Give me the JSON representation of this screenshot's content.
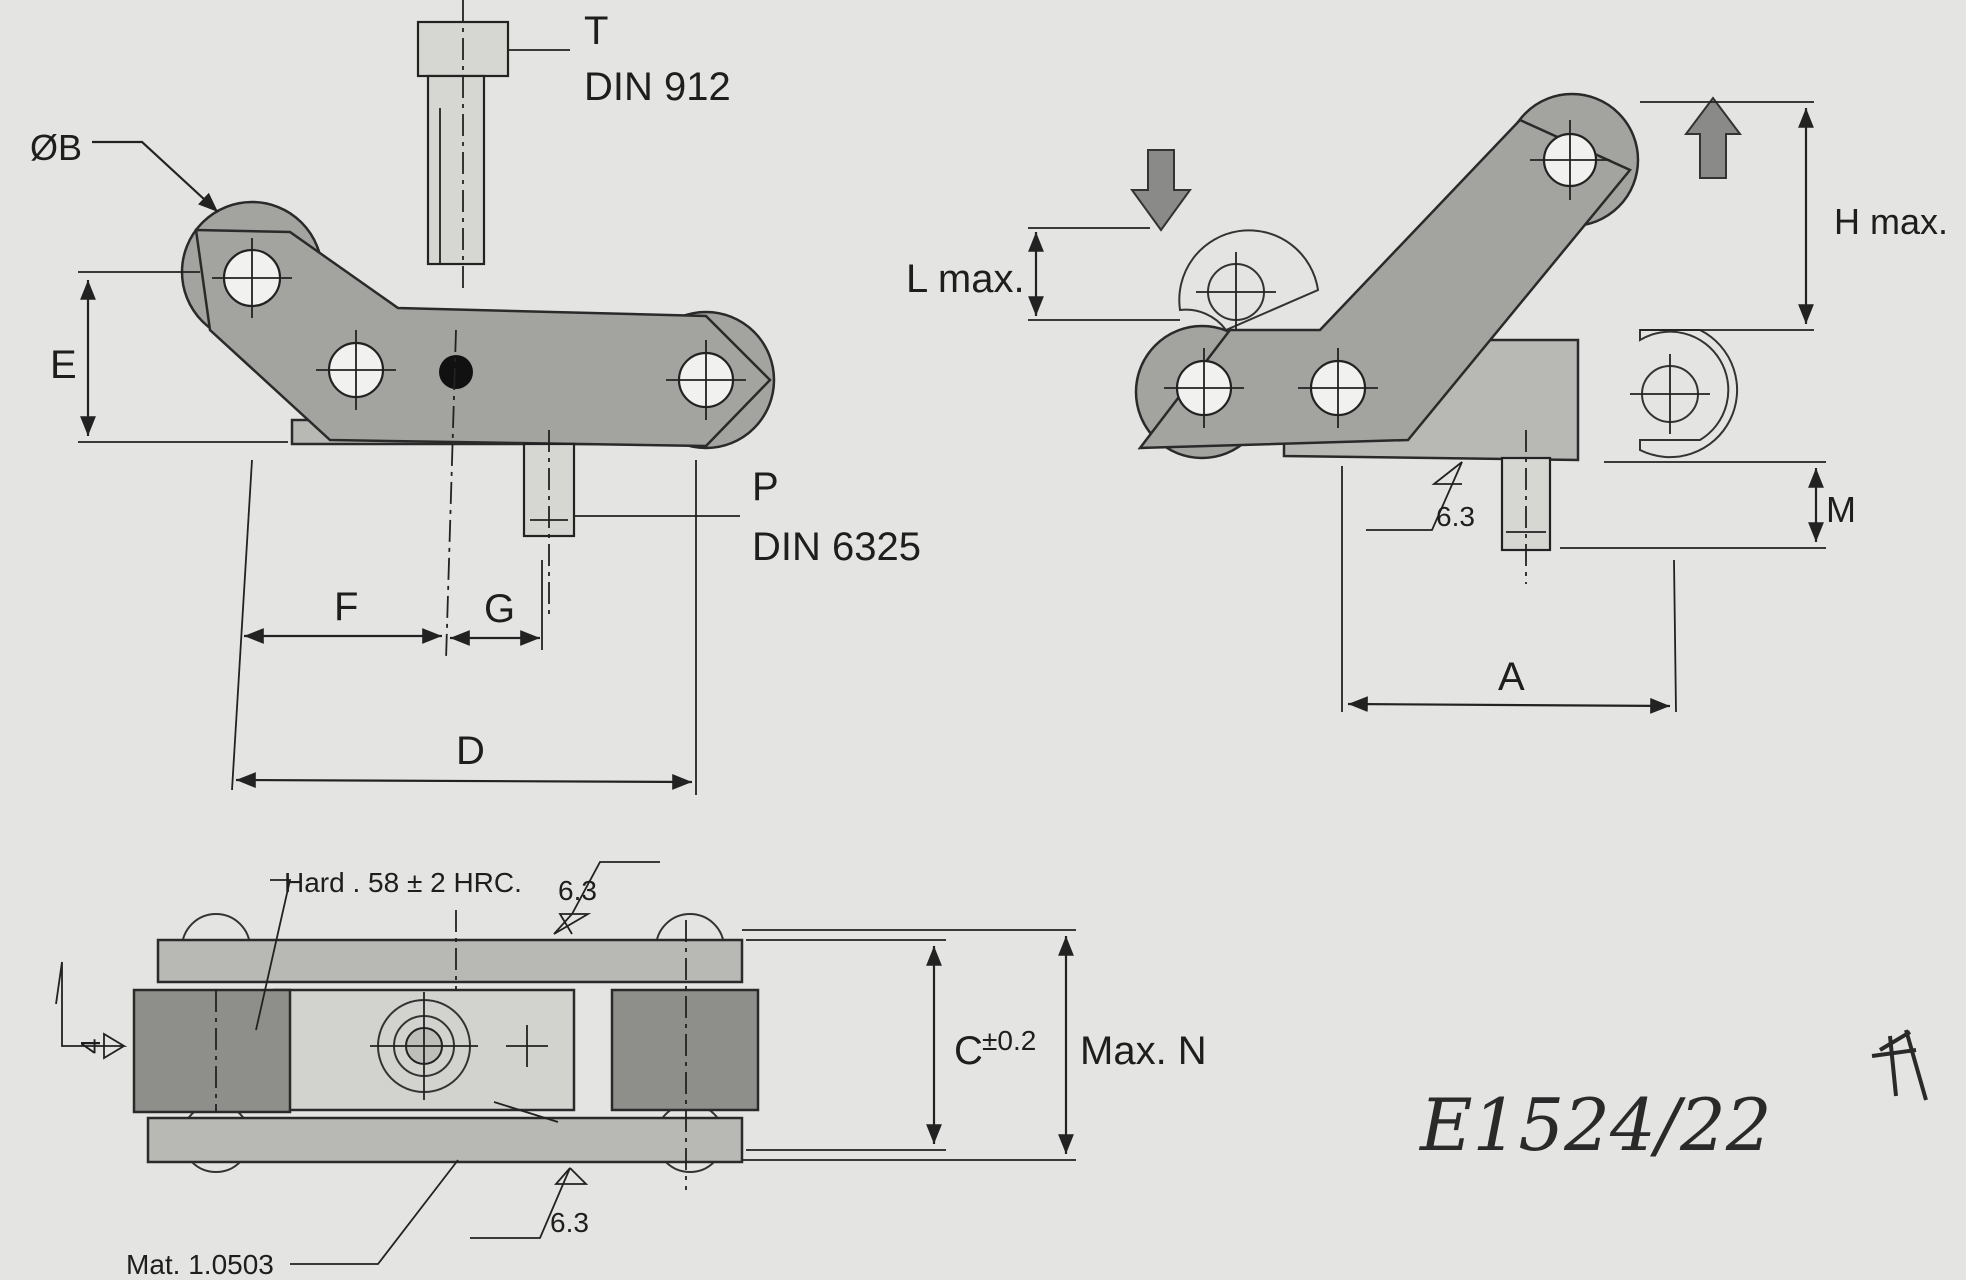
{
  "labels": {
    "t": "T",
    "din912": "DIN 912",
    "dia_b": "ØB",
    "e": "E",
    "p": "P",
    "din6325": "DIN 6325",
    "f": "F",
    "g": "G",
    "d": "D",
    "l_max": "L max.",
    "h_max": "H max.",
    "m": "M",
    "a": "A",
    "rough_side": "6.3",
    "hard": "Hard . 58 ± 2 HRC.",
    "rough_top": "6.3",
    "rough_bottom": "6.3",
    "weld": "4",
    "c": "C",
    "c_tol": "±0.2",
    "max_n": "Max. N",
    "mat": "Mat. 1.0503",
    "handwritten": "E1524/22"
  },
  "colors": {
    "background": "#e4e4e2",
    "part_fill": "#a3a3a0",
    "line": "#222222"
  }
}
